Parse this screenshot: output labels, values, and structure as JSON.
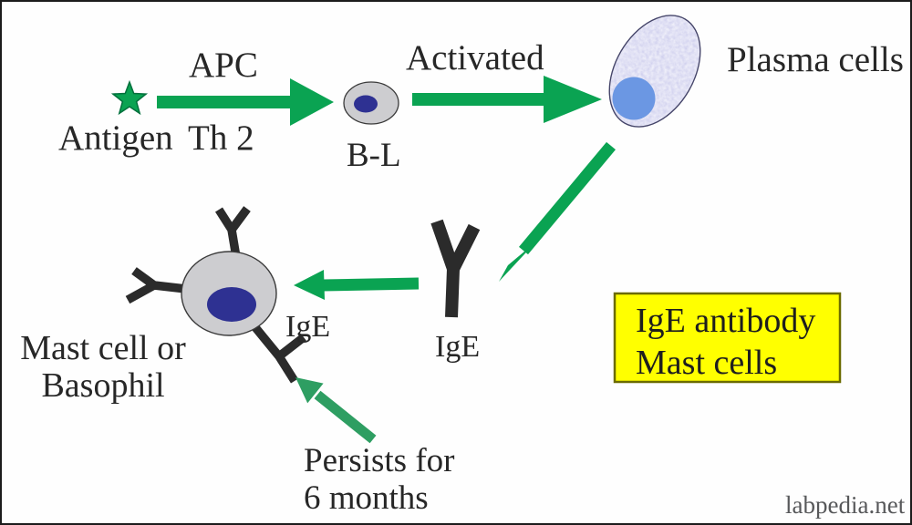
{
  "diagram": {
    "labels": {
      "antigen": "Antigen",
      "apc": "APC",
      "th2": "Th 2",
      "bl": "B-L",
      "activated": "Activated",
      "plasma_cells": "Plasma cells",
      "mast_cell_line1": "Mast cell or",
      "mast_cell_line2": "Basophil",
      "ige_receptor": "IgE",
      "ige_antibody": "IgE",
      "persists_line1": "Persists for",
      "persists_line2": "6 months"
    },
    "callout": {
      "line1": "IgE antibody",
      "line2": "Mast cells"
    },
    "watermark": "labpedia.net",
    "colors": {
      "arrow_green": "#0aa352",
      "persists_arrow_green": "#2e9e62",
      "antigen_star_green": "#0aa352",
      "star_edge_green": "#00703c",
      "cell_gray": "#cdcdd0",
      "cell_outline": "#3a3a3a",
      "nucleus_navy": "#2e3192",
      "plasma_body_lavender": "#f0f0fa",
      "plasma_texture_lavender": "#9f9fd4",
      "plasma_outline": "#45456a",
      "plasma_nucleus_blue": "#6b97e3",
      "receptor_black": "#2b2b2b",
      "callout_yellow": "#ffff00",
      "callout_border": "#6b6b00",
      "text_dark": "#272727"
    }
  }
}
